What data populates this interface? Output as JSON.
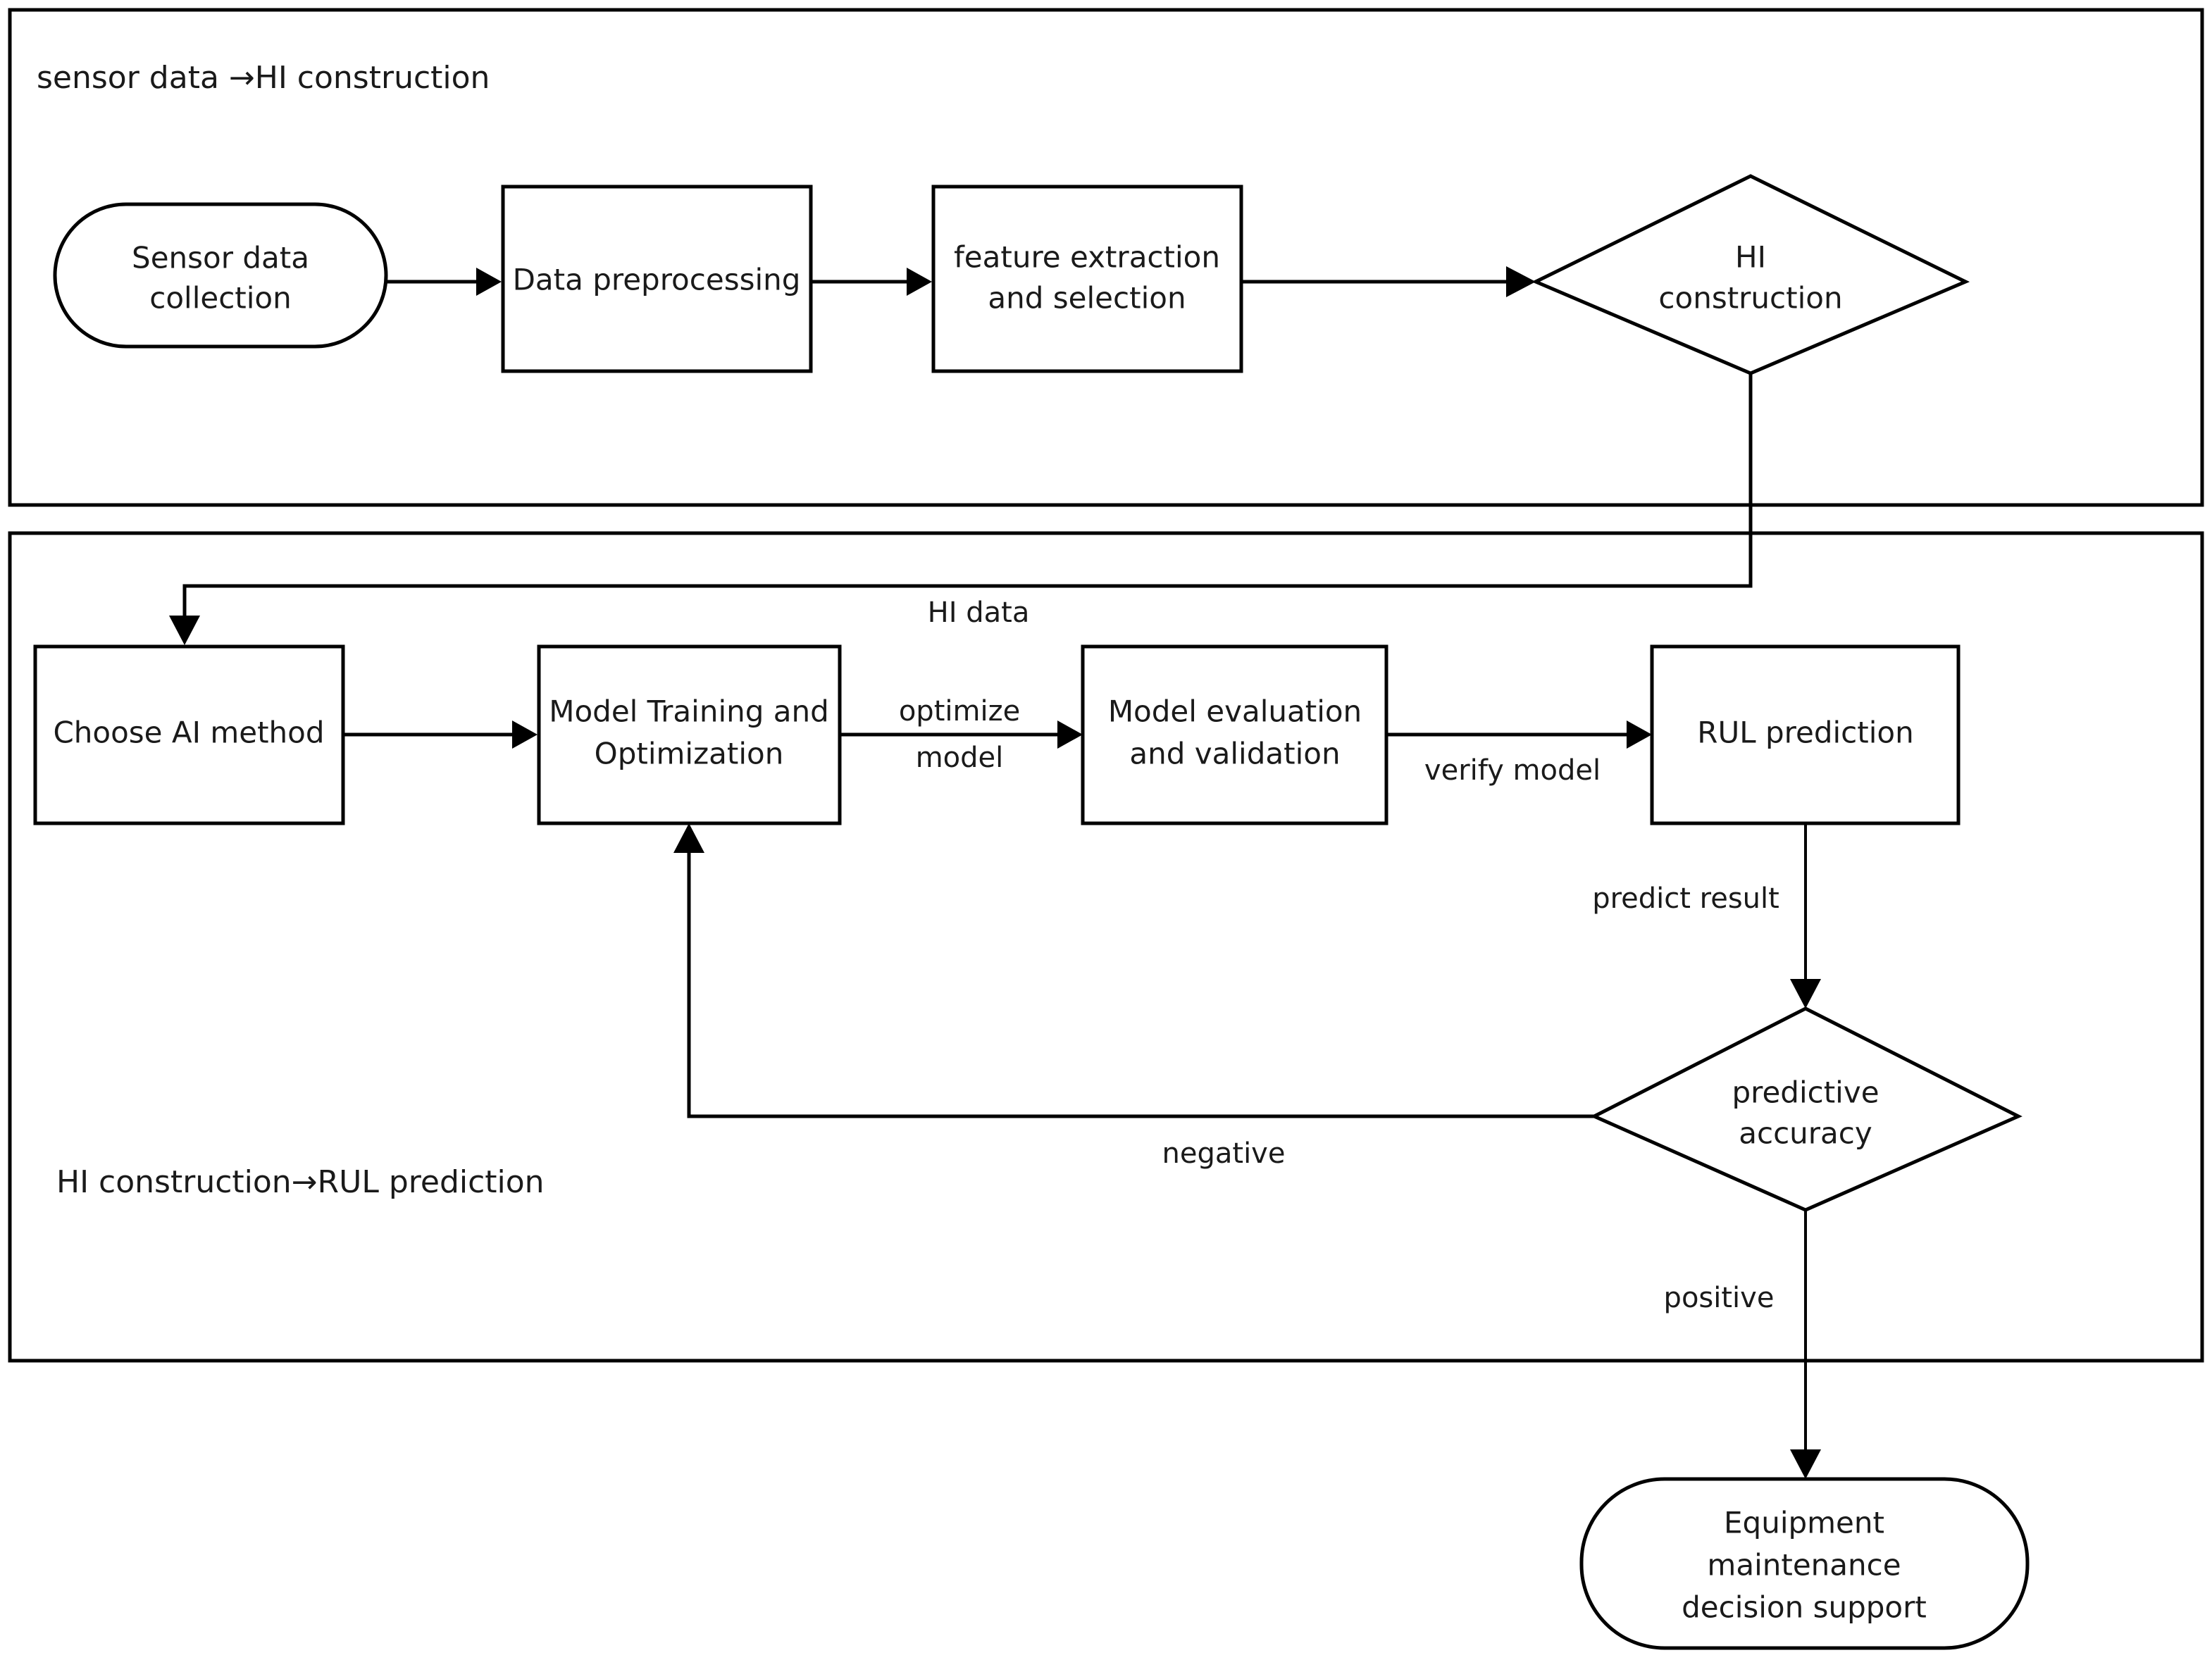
{
  "diagram": {
    "title_sections": [
      {
        "id": "sec-top",
        "label": "sensor data →HI construction"
      },
      {
        "id": "sec-bottom",
        "label": "HI construction→RUL prediction"
      }
    ],
    "nodes": [
      {
        "id": "sensor-data-collection",
        "shape": "rounded",
        "lines": [
          "Sensor data",
          "collection"
        ]
      },
      {
        "id": "data-preprocessing",
        "shape": "rect",
        "lines": [
          "Data preprocessing"
        ]
      },
      {
        "id": "feature-extraction",
        "shape": "rect",
        "lines": [
          "feature extraction",
          "and selection"
        ]
      },
      {
        "id": "hi-construction",
        "shape": "diamond",
        "lines": [
          "HI",
          "construction"
        ]
      },
      {
        "id": "choose-ai-method",
        "shape": "rect",
        "lines": [
          "Choose AI method"
        ]
      },
      {
        "id": "model-training",
        "shape": "rect",
        "lines": [
          "Model Training and",
          "Optimization"
        ]
      },
      {
        "id": "model-evaluation",
        "shape": "rect",
        "lines": [
          "Model evaluation",
          "and validation"
        ]
      },
      {
        "id": "rul-prediction",
        "shape": "rect",
        "lines": [
          "RUL prediction"
        ]
      },
      {
        "id": "predictive-accuracy",
        "shape": "diamond",
        "lines": [
          "predictive",
          "accuracy"
        ]
      },
      {
        "id": "equipment-maintenance",
        "shape": "rounded",
        "lines": [
          "Equipment",
          "maintenance",
          "decision support"
        ]
      }
    ],
    "edge_labels": [
      {
        "id": "hi-data",
        "label": "HI data"
      },
      {
        "id": "optimize-model-1",
        "label": "optimize"
      },
      {
        "id": "optimize-model-2",
        "label": "model"
      },
      {
        "id": "verify-model",
        "label": "verify model"
      },
      {
        "id": "predict-result",
        "label": "predict result"
      },
      {
        "id": "negative",
        "label": "negative"
      },
      {
        "id": "positive",
        "label": "positive"
      }
    ],
    "colors": {
      "stroke": "#000000",
      "text": "#1a1a1a",
      "background": "#ffffff"
    }
  }
}
